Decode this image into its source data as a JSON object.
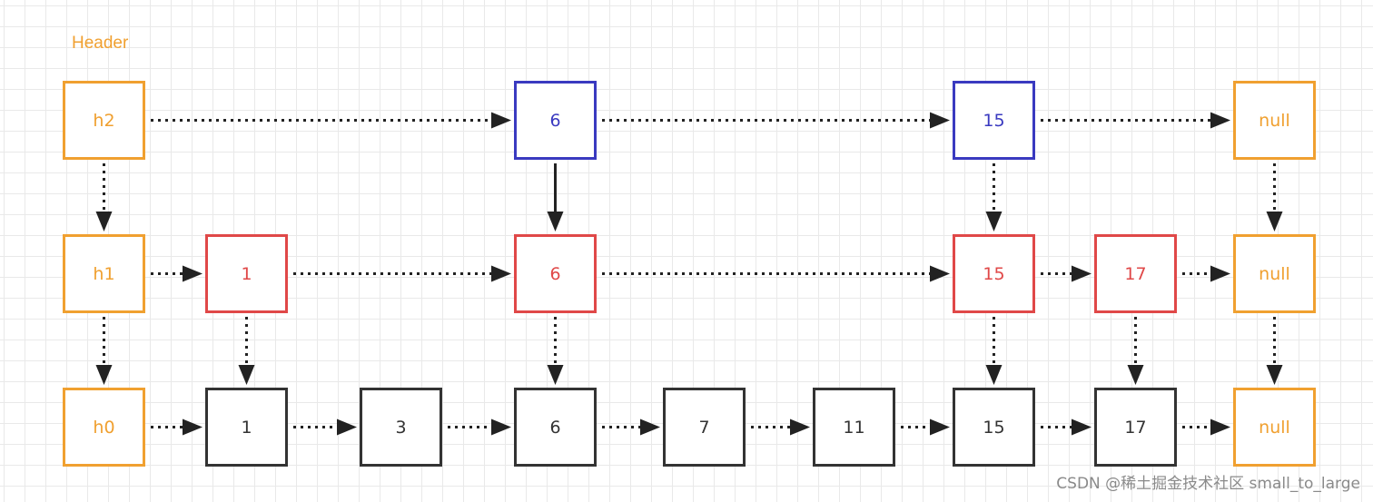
{
  "header_label": "Header",
  "colors": {
    "header": "#f0a030",
    "level2": "#3a3ac0",
    "level1": "#e04848",
    "level0": "#333333",
    "link": "#222222"
  },
  "watermark": "CSDN @稀土掘金技术社区 small_to_large",
  "levels": [
    {
      "id": "level-2",
      "color_key": "level2",
      "head": "h2",
      "nodes": [
        "6",
        "15"
      ],
      "tail": "null"
    },
    {
      "id": "level-1",
      "color_key": "level1",
      "head": "h1",
      "nodes": [
        "1",
        "6",
        "15",
        "17"
      ],
      "tail": "null"
    },
    {
      "id": "level-0",
      "color_key": "level0",
      "head": "h0",
      "nodes": [
        "1",
        "3",
        "6",
        "7",
        "11",
        "15",
        "17"
      ],
      "tail": "null"
    }
  ]
}
